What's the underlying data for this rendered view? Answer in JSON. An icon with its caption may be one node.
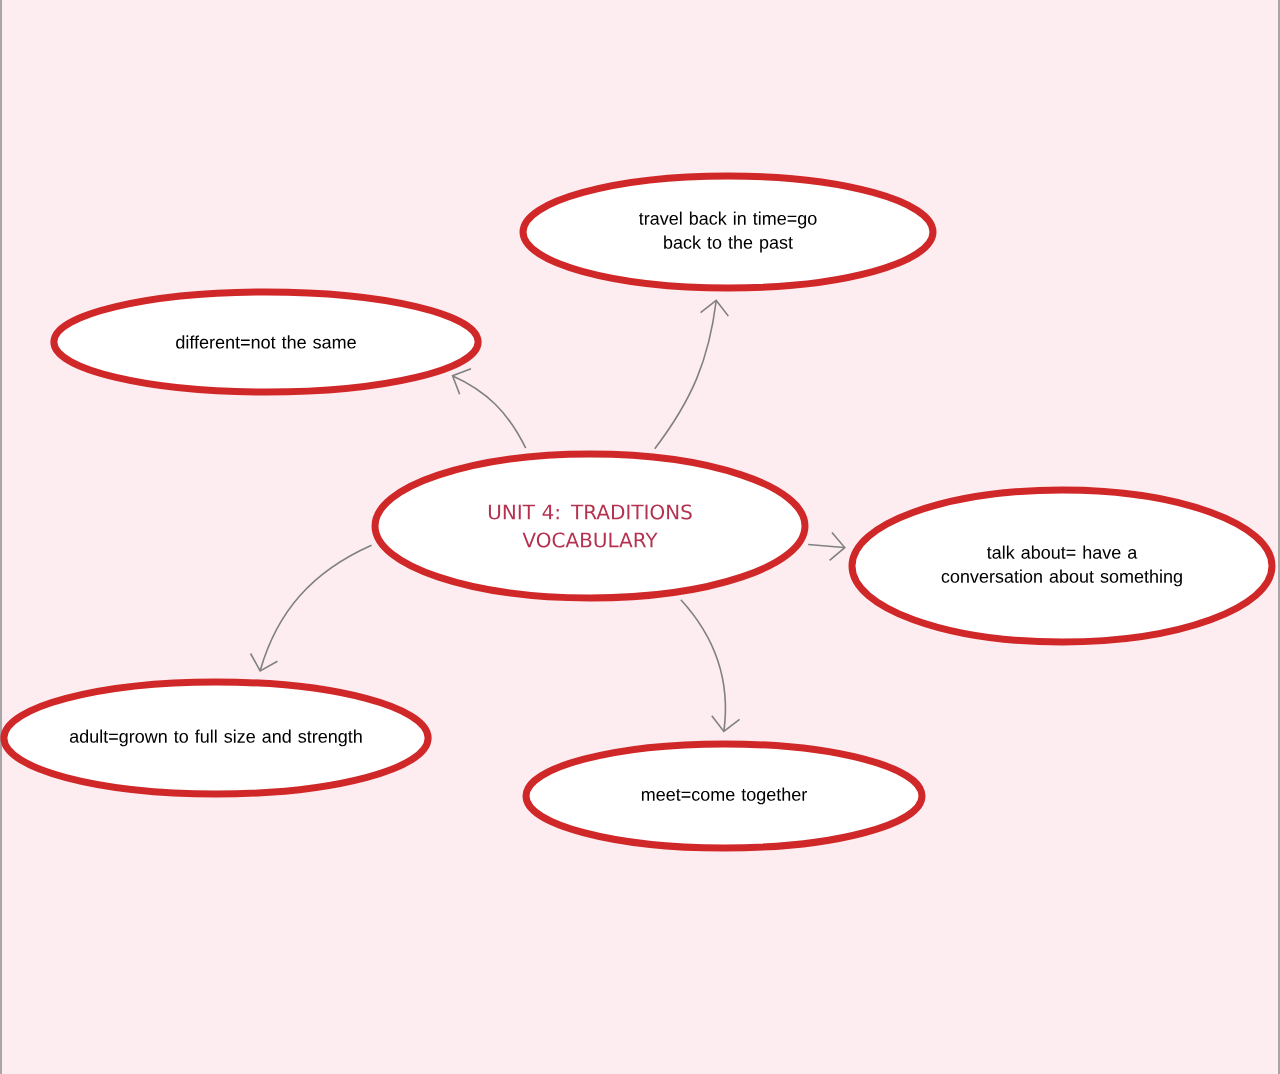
{
  "diagram": {
    "nodes": [
      {
        "text": [
          "UNIT 4: TRADITIONS VOCABULARY"
        ]
      },
      {
        "text": [
          "different=not the same"
        ]
      },
      {
        "text": [
          "travel back in time=go back to the past"
        ]
      },
      {
        "text": [
          "talk about= have a conversation about something"
        ]
      },
      {
        "text": [
          "adult=grown to full size and strength"
        ]
      },
      {
        "text": [
          "meet=come together"
        ]
      }
    ],
    "edges": [
      {
        "from": 0,
        "to": 1,
        "arrow": "to"
      },
      {
        "from": 0,
        "to": 2,
        "arrow": "to"
      },
      {
        "from": 0,
        "to": 3,
        "arrow": "to"
      },
      {
        "from": 0,
        "to": 4,
        "arrow": "to"
      },
      {
        "from": 0,
        "to": 5,
        "arrow": "to"
      }
    ]
  }
}
